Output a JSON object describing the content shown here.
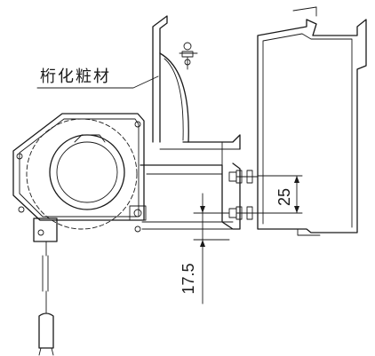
{
  "callout_label": "桁化粧材",
  "dimensions": {
    "upper_gap": "25",
    "lower_gap": "17.5"
  }
}
